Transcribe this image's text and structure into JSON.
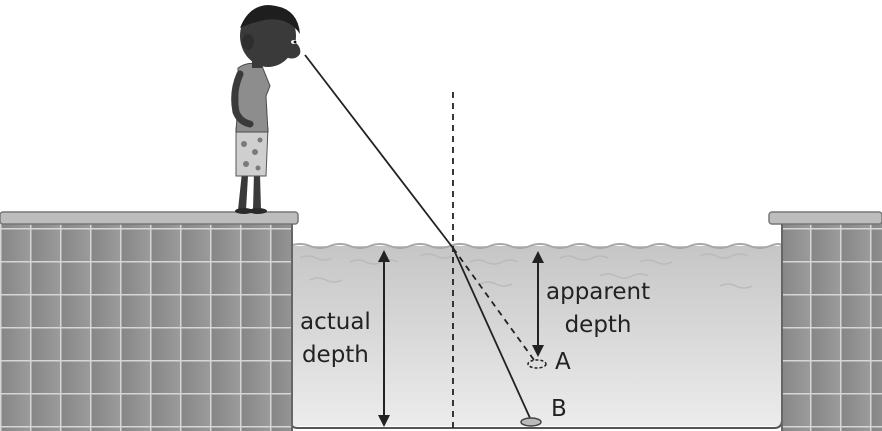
{
  "labels": {
    "actual_line1": "actual",
    "actual_line2": "depth",
    "apparent_line1": "apparent",
    "apparent_line2": "depth",
    "point_a": "A",
    "point_b": "B"
  },
  "colors": {
    "wall": "#8e8e8e",
    "wall_grout": "#d8d8d8",
    "water_top": "#c9c9c9",
    "water_bottom": "#eaeaea",
    "line": "#222222"
  }
}
